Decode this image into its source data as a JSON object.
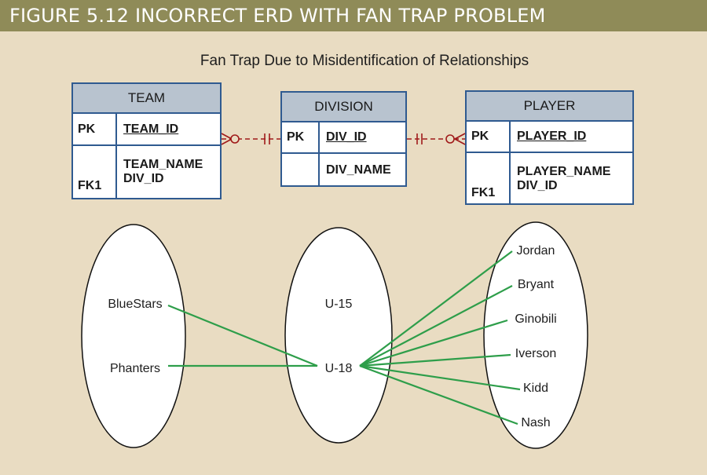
{
  "figure_title": "FIGURE 5.12  INCORRECT ERD WITH FAN TRAP PROBLEM",
  "subtitle": "Fan Trap Due to Misidentification of Relationships",
  "entities": {
    "team": {
      "name": "TEAM",
      "pk_label": "PK",
      "pk_attr": "TEAM_ID",
      "fk_label": "FK1",
      "attr1": "TEAM_NAME",
      "attr2": "DIV_ID"
    },
    "division": {
      "name": "DIVISION",
      "pk_label": "PK",
      "pk_attr": "DIV_ID",
      "attr1": "DIV_NAME"
    },
    "player": {
      "name": "PLAYER",
      "pk_label": "PK",
      "pk_attr": "PLAYER_ID",
      "fk_label": "FK1",
      "attr1": "PLAYER_NAME",
      "attr2": "DIV_ID"
    }
  },
  "instances": {
    "teams": [
      "BlueStars",
      "Phanters"
    ],
    "divisions": [
      "U-15",
      "U-18"
    ],
    "players": [
      "Jordan",
      "Bryant",
      "Ginobili",
      "Iverson",
      "Kidd",
      "Nash"
    ]
  },
  "links": {
    "team_to_division": [
      [
        "BlueStars",
        "U-18"
      ],
      [
        "Phanters",
        "U-18"
      ]
    ],
    "division_to_player": [
      [
        "U-18",
        "Jordan"
      ],
      [
        "U-18",
        "Bryant"
      ],
      [
        "U-18",
        "Ginobili"
      ],
      [
        "U-18",
        "Iverson"
      ],
      [
        "U-18",
        "Kidd"
      ],
      [
        "U-18",
        "Nash"
      ]
    ]
  },
  "colors": {
    "header": "#8f8b58",
    "background": "#e9dcc2",
    "entity_border": "#2f5a90",
    "entity_header": "#b8c3cf",
    "relationship": "#a01a1a",
    "link": "#2e9e4a"
  }
}
